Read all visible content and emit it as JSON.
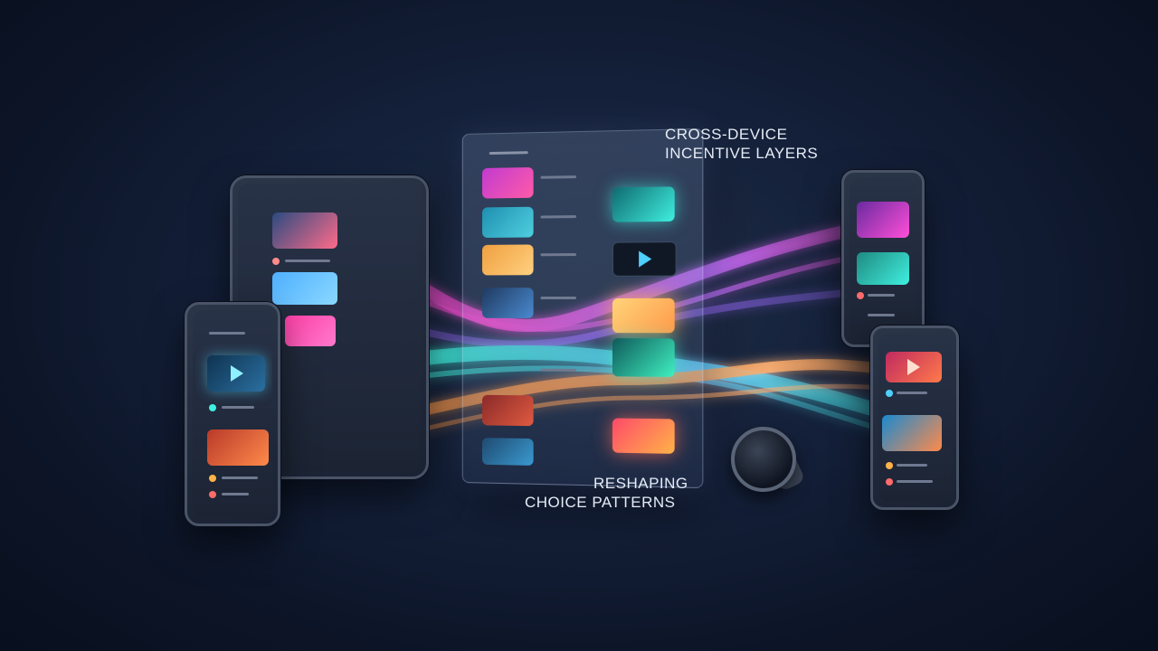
{
  "captions": {
    "top": [
      "CROSS-DEVICE",
      "INCENTIVE LAYERS"
    ],
    "bottom": [
      "RESHAPING",
      "CHOICE PATTERNS"
    ]
  },
  "colors": {
    "background": "#0f1a2e",
    "stream_pink": "#ff4fd8",
    "stream_violet": "#9b6bff",
    "stream_cyan": "#3ff0e0",
    "stream_orange": "#ff9a4a",
    "card_gold": "#ffb347"
  },
  "devices": [
    "tablet",
    "left-phone",
    "center-panel",
    "right-phone-top",
    "right-phone-bottom",
    "smartwatch"
  ],
  "icons": [
    "play-icon"
  ]
}
